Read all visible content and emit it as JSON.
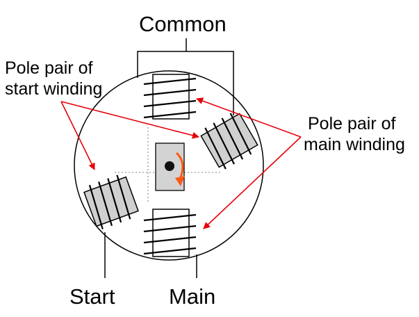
{
  "labels": {
    "common": "Common",
    "start_pole_line1": "Pole pair of",
    "start_pole_line2": "start winding",
    "main_pole_line1": "Pole pair of",
    "main_pole_line2": "main winding",
    "start": "Start",
    "main": "Main"
  },
  "colors": {
    "arrow": "#e8000b",
    "rotation_arrow": "#ff5a14",
    "rotor_fill": "#d3d3d3",
    "core_fill": "#d0d0d0",
    "line": "#000000",
    "dotted_axis": "#999999"
  },
  "icons": {
    "rotor": "rotor-icon",
    "rotation": "rotation-arrow-icon"
  }
}
